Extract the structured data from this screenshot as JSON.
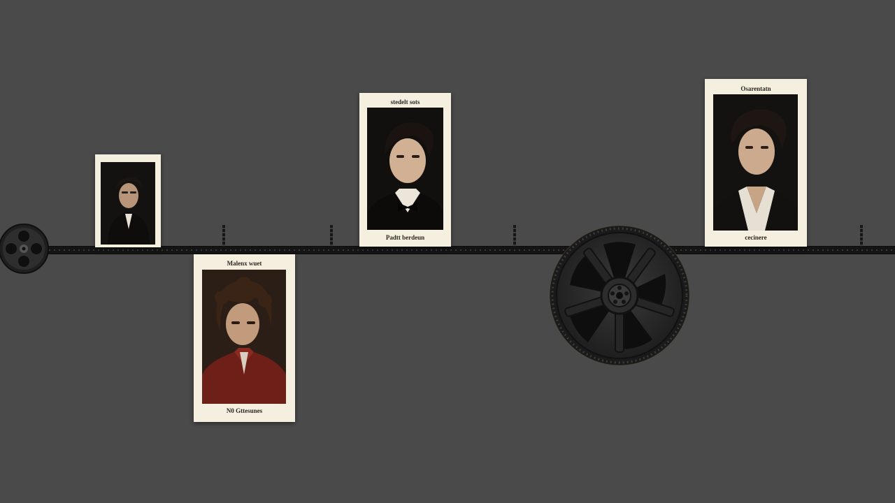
{
  "timeline": {
    "background_color": "#4a4a4a",
    "strip_color": "#141414",
    "card_color": "#f4efdf"
  },
  "cards": [
    {
      "top_caption": "",
      "bottom_caption": "",
      "portrait": "young-man-dark-jacket"
    },
    {
      "top_caption": "Malenx wuet",
      "bottom_caption": "N0 Gttesunes",
      "portrait": "curly-haired-man-red-jacket"
    },
    {
      "top_caption": "stedelt sots",
      "bottom_caption": "Padtt berdeun",
      "portrait": "young-man-bow-tie"
    },
    {
      "top_caption": "Osarentatn",
      "bottom_caption": "cecinere",
      "portrait": "young-man-open-collar"
    }
  ],
  "icons": [
    "film-reel-icon",
    "film-reel-icon"
  ]
}
